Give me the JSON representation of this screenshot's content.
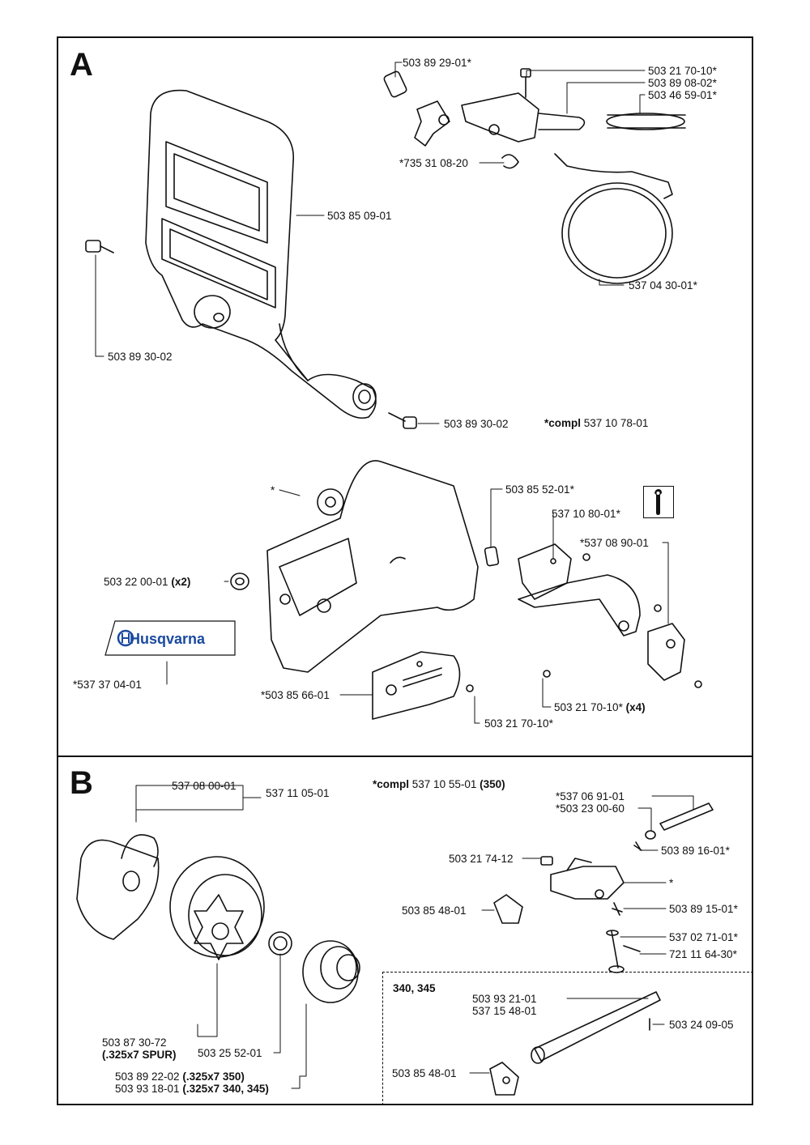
{
  "sections": {
    "a": {
      "label": "A",
      "compl_prefix": "*compl",
      "compl_number": "537 10 78-01",
      "parts": {
        "p1": "503 89 29-01*",
        "p2": "503 21 70-10*",
        "p3": "503 89 08-02*",
        "p4": "503 46 59-01*",
        "p5": "*735 31 08-20",
        "p6": "503 85 09-01",
        "p7": "537 04 30-01*",
        "p8": "503 89 30-02",
        "p9": "503 89 30-02",
        "p10": "*",
        "p11": "503 85 52-01*",
        "p12": "537 10 80-01*",
        "p13": "*537 08 90-01",
        "p14": "503 22 00-01",
        "p14_qty": "(x2)",
        "p15": "*537 37 04-01",
        "p16": "*503 85 66-01",
        "p17": "503 21 70-10*",
        "p17_qty": "(x4)",
        "p18": "503 21 70-10*"
      },
      "logo_text": "Husqvarna"
    },
    "b": {
      "label": "B",
      "compl_prefix": "*compl",
      "compl_number": "537 10 55-01",
      "compl_model": "(350)",
      "parts": {
        "q1": "537 08 00-01",
        "q2": "537 11 05-01",
        "q3": "*537 06 91-01",
        "q4": "*503 23 00-60",
        "q5": "503 89 16-01*",
        "q6": "503 21 74-12",
        "q7": "*",
        "q8": "503 85 48-01",
        "q9": "503 89 15-01*",
        "q10": "537 02 71-01*",
        "q11": "721 11 64-30*",
        "q12": "503 87 30-72",
        "q12_note": "(.325x7 SPUR)",
        "q13": "503 25 52-01",
        "q14": "503 89 22-02",
        "q14_note": "(.325x7  350)",
        "q15": "503 93 18-01",
        "q15_note": "(.325x7  340, 345)"
      },
      "sub": {
        "title": "340, 345",
        "r1": "503 93 21-01",
        "r2": "537 15 48-01",
        "r3": "503 24 09-05",
        "r4": "503 85 48-01"
      }
    }
  }
}
